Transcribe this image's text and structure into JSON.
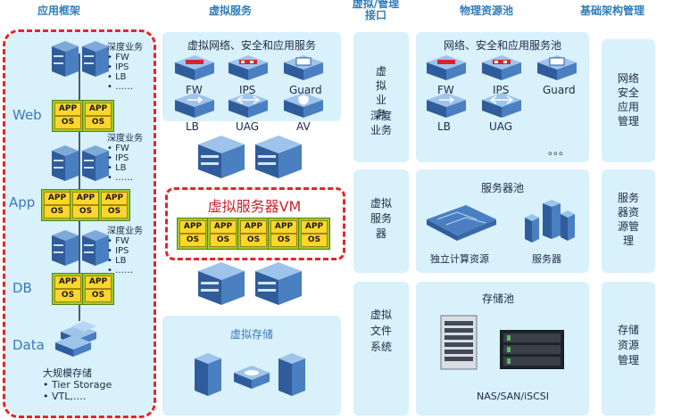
{
  "headers": {
    "app_arch": "应用框架",
    "virtual_service": "虚拟服务",
    "virtual_mgmt_line1": "虚拟/管理",
    "virtual_mgmt_line2": "接口",
    "physical_pool": "物理资源池",
    "infra_mgmt": "基础架构管理"
  },
  "app_column": {
    "tiers": [
      "Web",
      "App",
      "DB",
      "Data"
    ],
    "deep_service_label": "深度业务",
    "deep_service_items": [
      "FW",
      "IPS",
      "LB",
      "……"
    ],
    "chip_app": "APP",
    "chip_os": "OS",
    "storage_title": "大规模存储",
    "storage_items": [
      "Tier Storage",
      "VTL,…."
    ]
  },
  "virtual_service": {
    "network_title": "虚拟网络、安全和应用服务",
    "devices": [
      "FW",
      "IPS",
      "Guard",
      "LB",
      "UAG",
      "AV"
    ],
    "vm_title": "虚拟服务器VM",
    "storage_title": "虚拟存储"
  },
  "interface": {
    "block1_line1": [
      "虚",
      "拟",
      "业",
      "务"
    ],
    "block1_line2": [
      "深",
      "度",
      "业",
      "务"
    ],
    "block2": [
      "虚",
      "拟",
      "服",
      "务",
      "器"
    ],
    "block3": [
      "虚",
      "拟",
      "文",
      "件",
      "系",
      "统"
    ]
  },
  "physical_pool": {
    "network_title": "网络、安全和应用服务池",
    "devices": [
      "FW",
      "IPS",
      "Guard",
      "LB",
      "UAG",
      "。。。"
    ],
    "server_title": "服务器池",
    "compute_label": "独立计算资源",
    "server_label": "服务器",
    "storage_title": "存储池",
    "storage_label": "NAS/SAN/iSCSI"
  },
  "infra_mgmt": {
    "network": [
      "网络",
      "安全",
      "应用",
      "管理"
    ],
    "server": [
      "服务",
      "器资",
      "源管",
      "理"
    ],
    "storage": [
      "存储",
      "资源",
      "管理"
    ]
  }
}
